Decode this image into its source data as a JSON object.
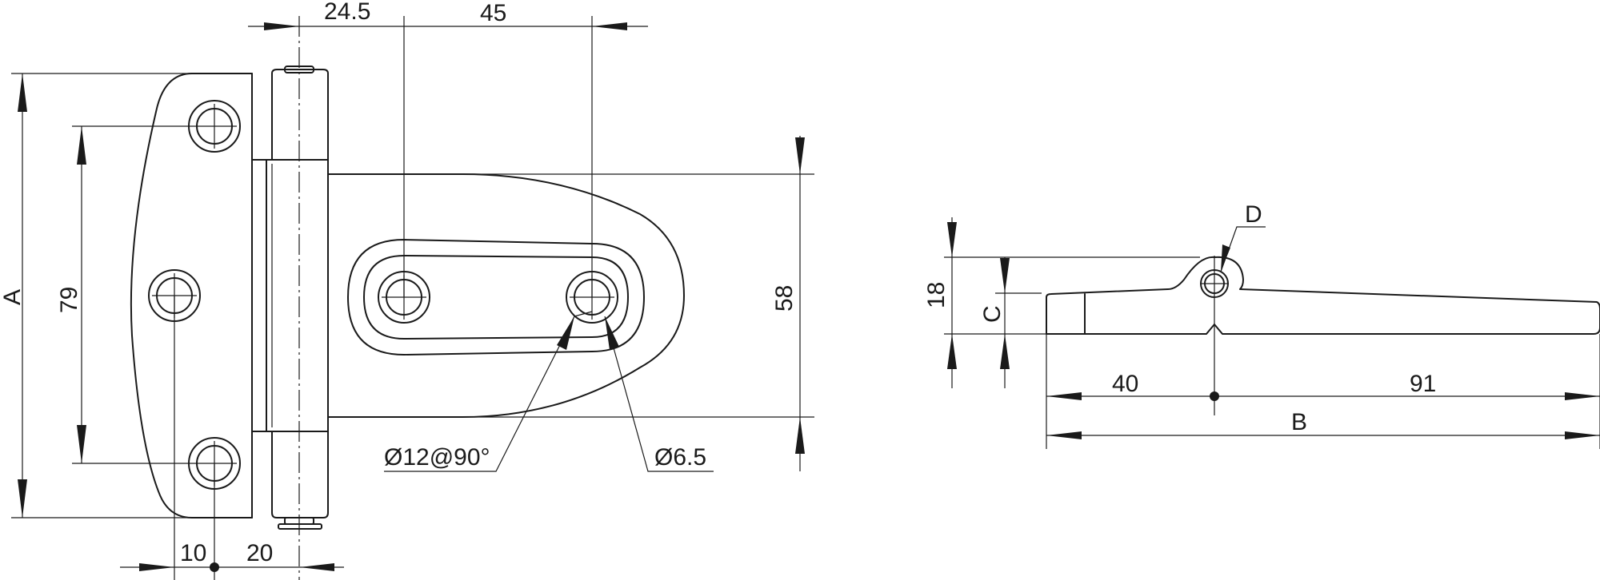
{
  "dimensions": {
    "front_top_left": "24.5",
    "front_top_right": "45",
    "front_left_height": "A",
    "front_hole_spacing": "79",
    "front_leaf_height": "58",
    "front_bottom_left": "10",
    "front_bottom_right": "20",
    "slot_hole_callout": "Ø12@90°",
    "hole_diameter_callout": "Ø6.5",
    "side_total_height": "18",
    "side_pin_height": "C",
    "side_pin_callout": "D",
    "side_left_length": "40",
    "side_right_length": "91",
    "side_total_length": "B"
  }
}
